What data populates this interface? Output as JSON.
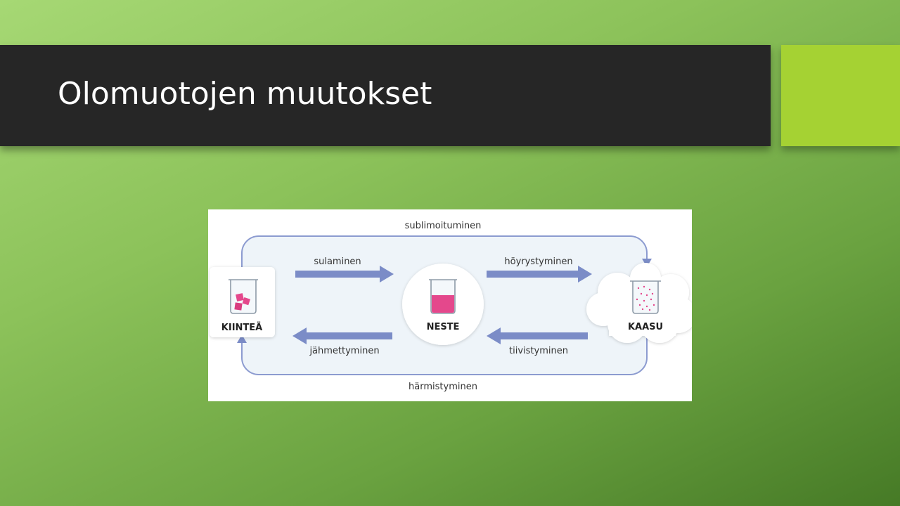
{
  "slide": {
    "title": "Olomuotojen muutokset",
    "colors": {
      "title_bar": "#262626",
      "accent": "#a5d233",
      "arrow": "#7b8cc7",
      "liquid": "#e4488c",
      "panel": "#eef4f9"
    }
  },
  "diagram": {
    "states": {
      "solid": "KIINTEÄ",
      "liquid": "NESTE",
      "gas": "KAASU"
    },
    "transitions": {
      "sublimation": "sublimoituminen",
      "melting": "sulaminen",
      "vaporization": "höyrystyminen",
      "freezing": "jähmettyminen",
      "condensation": "tiivistyminen",
      "deposition": "härmistyminen"
    },
    "icons": {
      "solid": "beaker-with-cubes-icon",
      "liquid": "beaker-with-liquid-icon",
      "gas": "beaker-with-particles-icon"
    }
  }
}
